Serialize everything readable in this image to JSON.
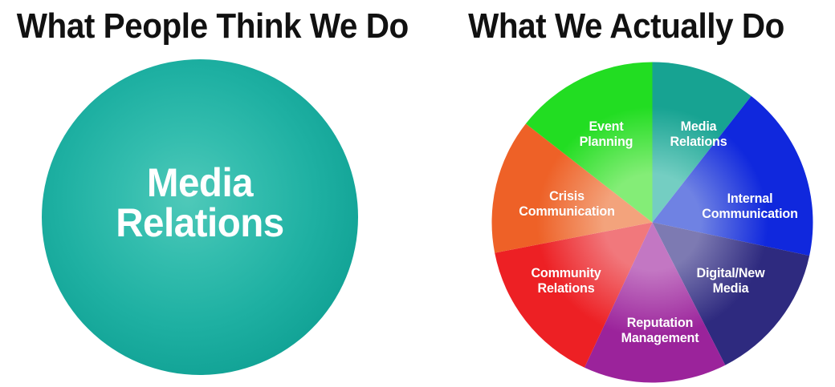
{
  "panels": {
    "left": {
      "title": "What People Think We Do",
      "circle": {
        "label": "Media\nRelations",
        "fill_color": "#12a396",
        "text_color": "#ffffff"
      }
    },
    "right": {
      "title": "What We Actually Do"
    }
  },
  "chart_data": {
    "type": "pie",
    "title": "What We Actually Do",
    "xlabel": "",
    "ylabel": "",
    "legend_position": "none",
    "labels_on_slices": true,
    "start_angle_deg": 0,
    "direction": "clockwise",
    "categories": [
      "Media Relations",
      "Internal Communication",
      "Digital/New Media",
      "Reputation Management",
      "Community Relations",
      "Crisis Communication",
      "Event Planning"
    ],
    "values": [
      10.6,
      17.8,
      14.2,
      14.4,
      15.0,
      13.6,
      14.4
    ],
    "unit": "percent",
    "slices": [
      {
        "label": "Media\nRelations",
        "name": "Media Relations",
        "value": 10.6,
        "start_deg": 0,
        "end_deg": 38,
        "color": "#17a392",
        "color_inner": "#74cec2",
        "label_x": 258,
        "label_y": 90
      },
      {
        "label": "Internal\nCommunication",
        "name": "Internal Communication",
        "value": 17.8,
        "start_deg": 38,
        "end_deg": 102,
        "color": "#1028dd",
        "color_inner": "#6f82e3",
        "label_x": 322,
        "label_y": 180
      },
      {
        "label": "Digital/New\nMedia",
        "name": "Digital/New Media",
        "value": 14.2,
        "start_deg": 102,
        "end_deg": 153,
        "color": "#2e2a7f",
        "color_inner": "#7d7ab2",
        "label_x": 298,
        "label_y": 273
      },
      {
        "label": "Reputation\nManagement",
        "name": "Reputation Management",
        "value": 14.4,
        "start_deg": 153,
        "end_deg": 205,
        "color": "#9b239b",
        "color_inner": "#c377c3",
        "label_x": 210,
        "label_y": 335
      },
      {
        "label": "Community\nRelations",
        "name": "Community Relations",
        "value": 15.0,
        "start_deg": 205,
        "end_deg": 259,
        "color": "#ed2024",
        "color_inner": "#f1787c",
        "label_x": 93,
        "label_y": 273
      },
      {
        "label": "Crisis\nCommunication",
        "name": "Crisis Communication",
        "value": 13.6,
        "start_deg": 259,
        "end_deg": 308,
        "color": "#ee6127",
        "color_inner": "#f3a37c",
        "label_x": 94,
        "label_y": 177
      },
      {
        "label": "Event\nPlanning",
        "name": "Event Planning",
        "value": 14.4,
        "start_deg": 308,
        "end_deg": 360,
        "color": "#22dd22",
        "color_inner": "#84ed77",
        "label_x": 143,
        "label_y": 90
      }
    ],
    "geometry": {
      "cx": 200.5,
      "cy": 200.5,
      "r": 200
    }
  }
}
